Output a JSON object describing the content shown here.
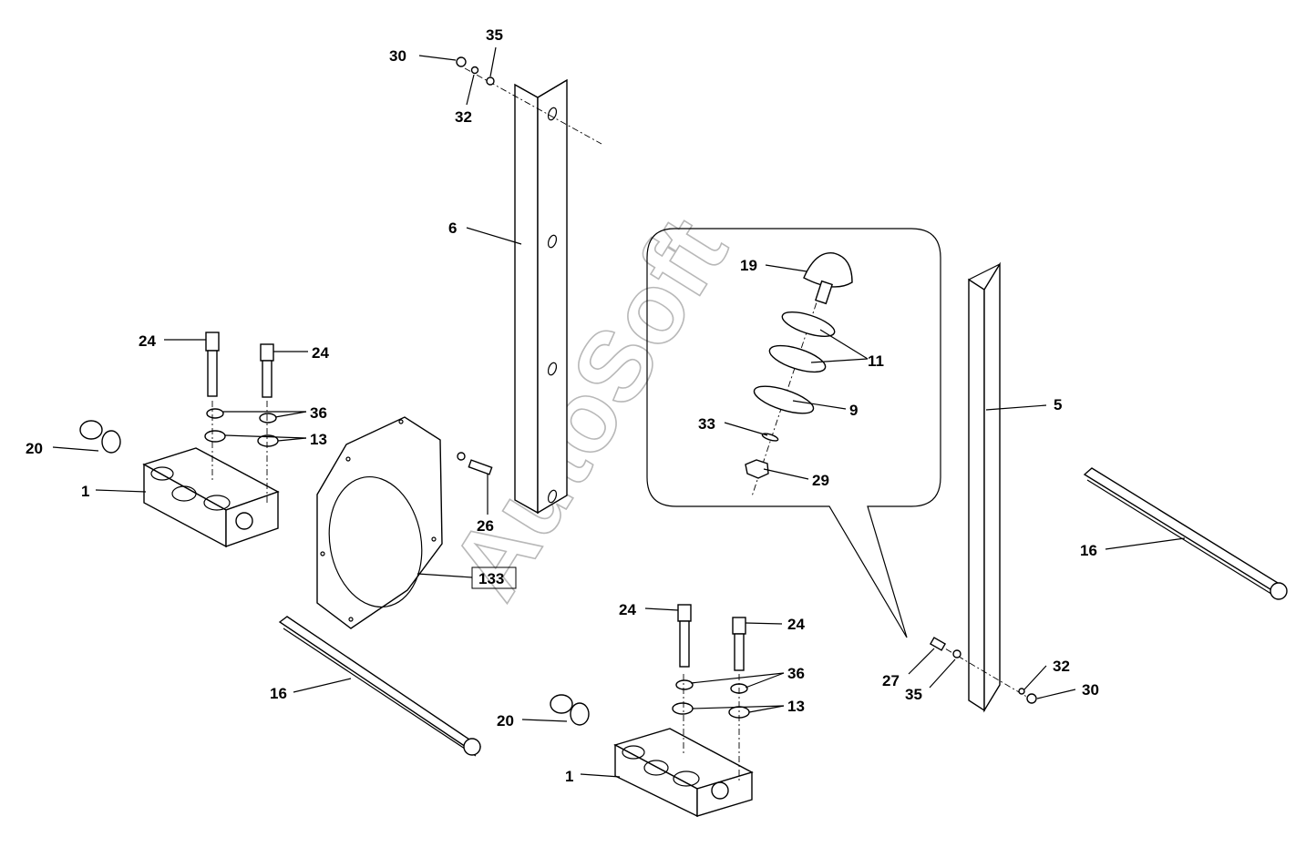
{
  "watermark": "AutoSoft",
  "callouts": [
    {
      "id": "c30a",
      "text": "30"
    },
    {
      "id": "c35a",
      "text": "35"
    },
    {
      "id": "c32a",
      "text": "32"
    },
    {
      "id": "c6",
      "text": "6"
    },
    {
      "id": "c19",
      "text": "19"
    },
    {
      "id": "c11",
      "text": "11"
    },
    {
      "id": "c9",
      "text": "9"
    },
    {
      "id": "c33",
      "text": "33"
    },
    {
      "id": "c29",
      "text": "29"
    },
    {
      "id": "c5",
      "text": "5"
    },
    {
      "id": "c24a",
      "text": "24"
    },
    {
      "id": "c24b",
      "text": "24"
    },
    {
      "id": "c36a",
      "text": "36"
    },
    {
      "id": "c13a",
      "text": "13"
    },
    {
      "id": "c20a",
      "text": "20"
    },
    {
      "id": "c1a",
      "text": "1"
    },
    {
      "id": "c26",
      "text": "26"
    },
    {
      "id": "c133",
      "text": "133"
    },
    {
      "id": "c16a",
      "text": "16"
    },
    {
      "id": "c16b",
      "text": "16"
    },
    {
      "id": "c24c",
      "text": "24"
    },
    {
      "id": "c24d",
      "text": "24"
    },
    {
      "id": "c36b",
      "text": "36"
    },
    {
      "id": "c13b",
      "text": "13"
    },
    {
      "id": "c20b",
      "text": "20"
    },
    {
      "id": "c1b",
      "text": "1"
    },
    {
      "id": "c27",
      "text": "27"
    },
    {
      "id": "c35b",
      "text": "35"
    },
    {
      "id": "c32b",
      "text": "32"
    },
    {
      "id": "c30b",
      "text": "30"
    }
  ]
}
